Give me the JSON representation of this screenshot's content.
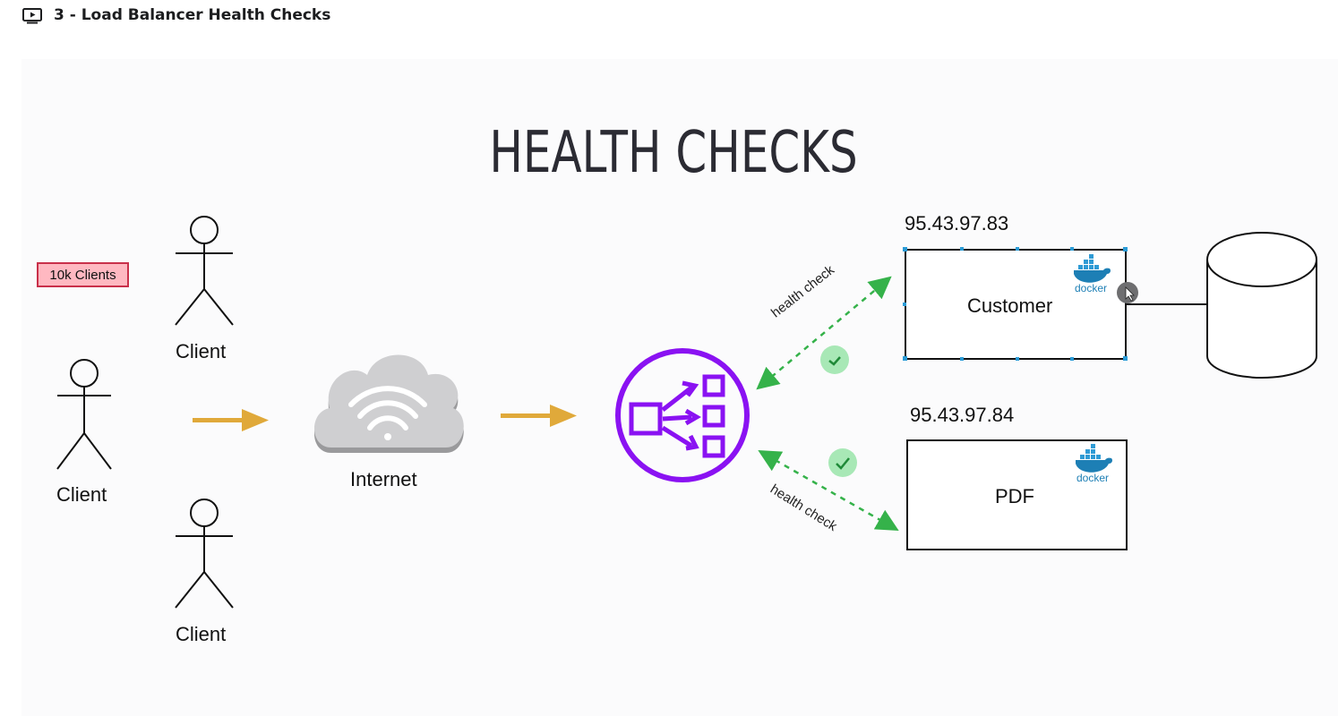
{
  "lesson": {
    "title": "3 - Load Balancer Health Checks",
    "icon": "play-video-icon"
  },
  "slide": {
    "title": "HEALTH CHECKS",
    "badge": "10k Clients",
    "clients": [
      "Client",
      "Client",
      "Client"
    ],
    "internet_label": "Internet",
    "health_check_labels": [
      "health check",
      "health check"
    ],
    "servers": [
      {
        "ip": "95.43.97.83",
        "name": "Customer",
        "logo": "docker"
      },
      {
        "ip": "95.43.97.84",
        "name": "PDF",
        "logo": "docker"
      }
    ],
    "colors": {
      "arrow": "#e0a93a",
      "load_balancer": "#8a12f2",
      "health_check": "#35b24a",
      "check_badge": "#a8e8b6",
      "badge_bg": "#ffb8c1",
      "badge_border": "#c9304a",
      "docker": "#1d7fb5"
    }
  }
}
